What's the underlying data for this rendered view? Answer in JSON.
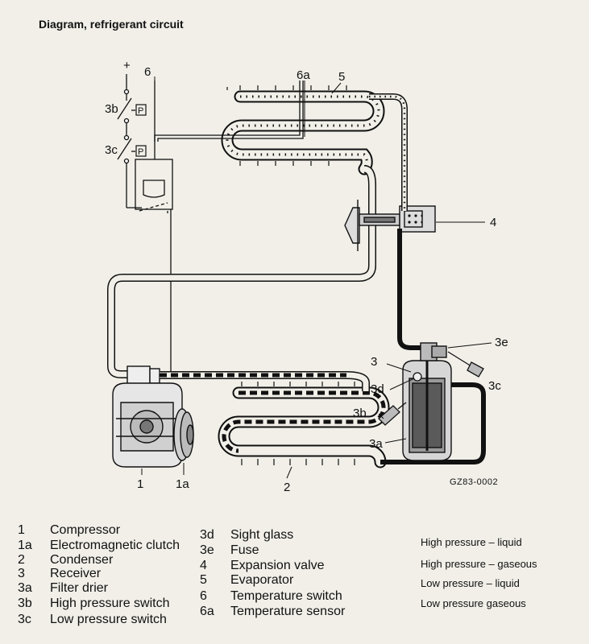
{
  "title": "Diagram, refrigerant circuit",
  "drawing_code": "GZ83-0002",
  "labels": {
    "plus": "+",
    "l1": "1",
    "l1a": "1a",
    "l2": "2",
    "l3": "3",
    "l3a": "3a",
    "l3b_top": "3b",
    "l3b": "3b",
    "l3c_top": "3c",
    "l3c": "3c",
    "l3d": "3d",
    "l3e": "3e",
    "l4": "4",
    "l5": "5",
    "l6": "6",
    "l6a": "6a",
    "p": "P"
  },
  "legend_left": [
    {
      "num": "1",
      "text": "Compressor"
    },
    {
      "num": "1a",
      "text": "Electromagnetic clutch"
    },
    {
      "num": "2",
      "text": "Condenser"
    },
    {
      "num": "3",
      "text": "Receiver"
    },
    {
      "num": "3a",
      "text": "Filter drier"
    },
    {
      "num": "3b",
      "text": "High pressure switch"
    },
    {
      "num": "3c",
      "text": "Low pressure switch"
    }
  ],
  "legend_mid": [
    {
      "num": "3d",
      "text": "Sight glass"
    },
    {
      "num": "3e",
      "text": "Fuse"
    },
    {
      "num": "4",
      "text": "Expansion valve"
    },
    {
      "num": "5",
      "text": "Evaporator"
    },
    {
      "num": "6",
      "text": "Temperature switch"
    },
    {
      "num": "6a",
      "text": "Temperature sensor"
    }
  ],
  "pressure_legend": [
    "High pressure – liquid",
    "High pressure – gaseous",
    "Low pressure – liquid",
    "Low pressure gaseous"
  ]
}
